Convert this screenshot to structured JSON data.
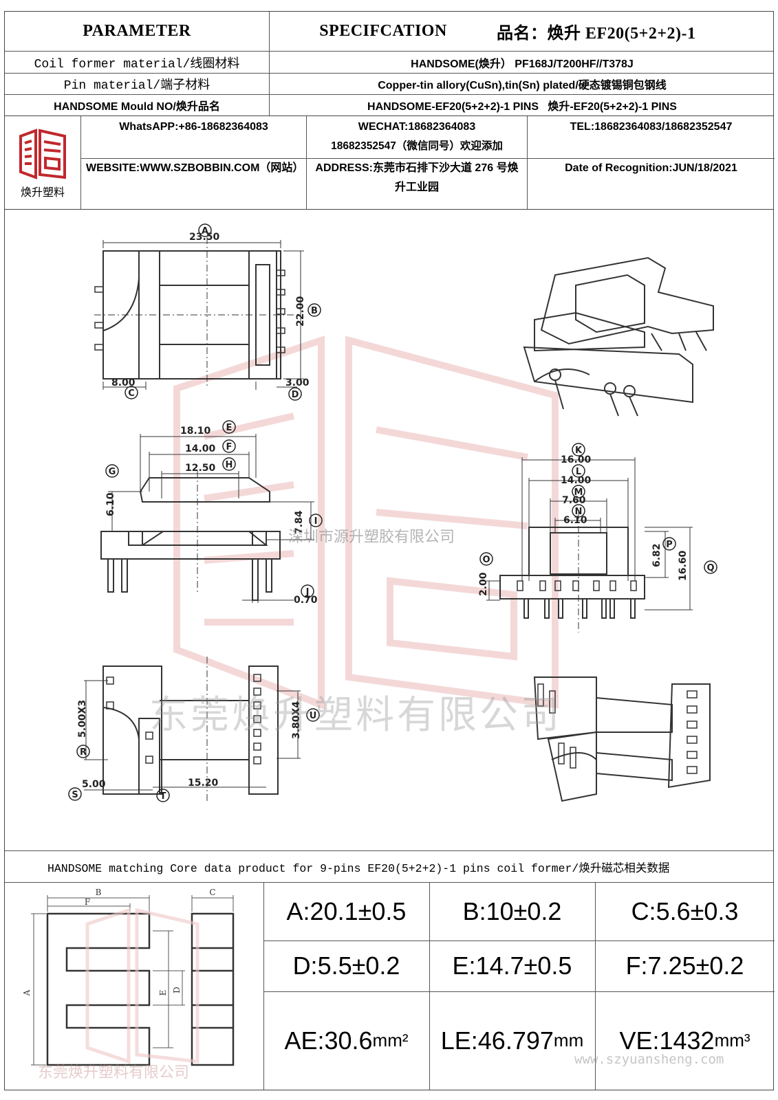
{
  "header": {
    "parameter": "PARAMETER",
    "specification": "SPECIFCATION",
    "product_name": "品名：焕升 EF20(5+2+2)-1"
  },
  "rows": [
    {
      "label": "Coil former material/线圈材料",
      "value": "HANDSOME(焕升） PF168J/T200HF//T378J"
    },
    {
      "label": "Pin material/端子材料",
      "value": "Copper-tin allory(CuSn),tin(Sn) plated/硬态镀锡铜包钢线"
    },
    {
      "label": "HANDSOME Mould NO/焕升品名",
      "value": "HANDSOME-EF20(5+2+2)-1 PINS   焕升-EF20(5+2+2)-1 PINS"
    }
  ],
  "company": {
    "logo_text": "焕升塑料",
    "whatsapp": "WhatsAPP:+86-18682364083",
    "wechat_1": "WECHAT:18682364083",
    "wechat_2": "18682352547（微信同号）欢迎添加",
    "tel": "TEL:18682364083/18682352547",
    "website": "WEBSITE:WWW.SZBOBBIN.COM（网站）",
    "address": "ADDRESS:东莞市石排下沙大道 276 号焕升工业园",
    "date": "Date of Recognition:JUN/18/2021"
  },
  "drawing": {
    "dims": {
      "A": "23.50",
      "B": "22.00",
      "C": "8.00",
      "D": "3.00",
      "E": "18.10",
      "F": "14.00",
      "H": "12.50",
      "G": "6.10",
      "I": "7.84",
      "J": "0.70",
      "K": "16.00",
      "L": "14.00",
      "M": "7.60",
      "N": "6.10",
      "O": "2.00",
      "P": "6.82",
      "Q": "16.60",
      "R": "5.00X3",
      "U": "3.80X4",
      "S": "5.00",
      "T": "15.20"
    },
    "letters": [
      "A",
      "B",
      "C",
      "D",
      "E",
      "F",
      "G",
      "H",
      "I",
      "J",
      "K",
      "L",
      "M",
      "N",
      "O",
      "P",
      "Q",
      "R",
      "S",
      "T",
      "U"
    ],
    "watermark_1": "深圳市源升塑胶有限公司",
    "watermark_2": "东莞焕升塑料有限公司"
  },
  "core": {
    "title": "HANDSOME matching Core data  product for 9-pins EF20(5+2+2)-1 pins coil former/焕升磁芯相关数据",
    "diagram_labels": {
      "A": "A",
      "B": "B",
      "C": "C",
      "D": "D",
      "E": "E",
      "F": "F"
    },
    "watermark": "东莞焕升塑料有限公司",
    "site_watermark": "www.szyuansheng.com",
    "cells": [
      {
        "text": "A:20.1±0.5",
        "unit": ""
      },
      {
        "text": "B:10±0.2",
        "unit": ""
      },
      {
        "text": "C:5.6±0.3",
        "unit": ""
      },
      {
        "text": "D:5.5±0.2",
        "unit": ""
      },
      {
        "text": "E:14.7±0.5",
        "unit": ""
      },
      {
        "text": "F:7.25±0.2",
        "unit": ""
      },
      {
        "text": "AE:30.6",
        "unit": "mm²"
      },
      {
        "text": "LE:46.797",
        "unit": "mm"
      },
      {
        "text": "VE:1432",
        "unit": "mm³"
      }
    ]
  },
  "colors": {
    "border": "#555555",
    "logo_red": "#c0282d",
    "watermark": "#e8b4b4",
    "line": "#333333"
  }
}
